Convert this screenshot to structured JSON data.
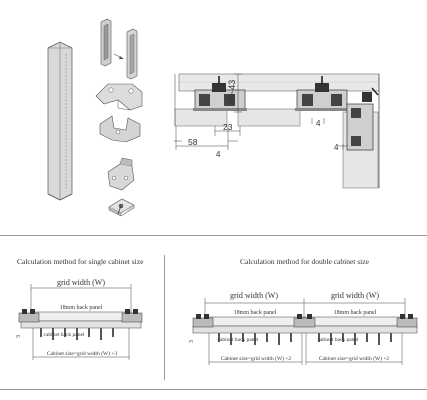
{
  "top_drawing": {
    "dims": {
      "gap": "38~43",
      "offset": "23",
      "left_len": "58",
      "four_a": "4",
      "four_b": "4",
      "four_c": "4"
    }
  },
  "single": {
    "header": "Calculation method for single cabinet size",
    "grid_width": "grid width (W)",
    "back_panel": "18mm back panel",
    "cabinet_panel": "cabinet back panel",
    "formula": "Cabinet size=grid width (W) +3",
    "gap_label": "3"
  },
  "double": {
    "header": "Calculation method for double cabinet size",
    "grid_width_left": "grid width (W)",
    "grid_width_right": "grid width (W)",
    "back_panel_left": "18mm back panel",
    "back_panel_right": "18mm back panel",
    "cabinet_panel_left": "cabinet back panel",
    "cabinet_panel_right": "cabinet back panel",
    "formula_left": "Cabinet size=grid width (W) +2",
    "formula_right": "Cabinet size=grid width (W) +2",
    "gap_label": "3"
  }
}
